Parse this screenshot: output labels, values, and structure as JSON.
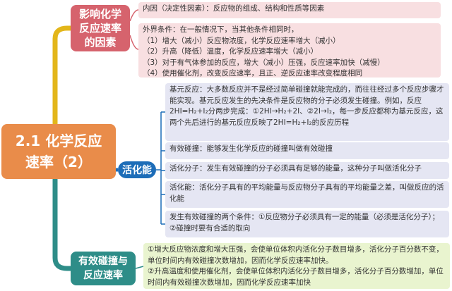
{
  "root": {
    "line1": "2.1 化学反应",
    "line2": "速率（2）"
  },
  "branches": {
    "factors": {
      "line1": "影响化学",
      "line2": "反应速率",
      "line3": "的因素"
    },
    "activation": {
      "label": "活化能"
    },
    "collision": {
      "line1": "有效碰撞与",
      "line2": "反应速率"
    }
  },
  "notes": {
    "internal": "内因（决定性因素）：反应物的组成、结构和性质等因素",
    "external": "外界条件：在一般情况下，当其他条件相同时，\n（1）增大（减小）反应物浓度，化学反应速率增大（减小）\n（2）升高（降低）温度，化学反应速率增大（减小）\n（3）对于有气体参加的反应，增大（减小）压强，反应速率加快（减慢）\n（4）使用催化剂，改变反应速率，且正、逆反应速率改变程度相同",
    "elementary": "基元反应：大多数反应并不是经过简单碰撞就能完成的，而往往经过多个反应步骤才能实现。基元反应发生的先决条件是反应物的分子必须发生碰撞。例如，反应2HI=H₂+I₂分两步完成：①2HI→H₂+2I、②2I→I₂，每一步反应都称为基元反应，这两个先后进行的基元反应反映了2HI=H₂+I₂的反应历程",
    "effective_collision": "有效碰撞：能够发生化学反应的碰撞叫做有效碰撞",
    "activated_molecule": "活化分子：发生有效碰撞的分子必须具有足够的能量，这种分子叫做活化分子",
    "activation_energy": "活化能：活化分子具有的平均能量与反应物分子具有的平均能量之差，叫做反应的活化能",
    "conditions": "发生有效碰撞的两个条件：①反应物分子必须具有一定的能量（必须是活化分子）；②碰撞时要有合适的取向",
    "rate_effect": "①增大反应物浓度和增大压强，会使单位体积内活化分子数目增多，活化分子百分数不变，单位时间内有效碰撞次数增加，因而化学反应速率加快。\n②升高温度和使用催化剂，会使单位体积内活化分子数目增多，活化分子百分数增加，单位时间内有效碰撞次数增加，因而化学反应速率加快"
  },
  "colors": {
    "root": "#e98c4a",
    "factors": "#d6636d",
    "activation": "#1d6db8",
    "collision": "#2e8d88",
    "trunk_top": "#e3b61a",
    "trunk_mid": "#1d6db8",
    "trunk_bottom": "#2e8d88"
  }
}
